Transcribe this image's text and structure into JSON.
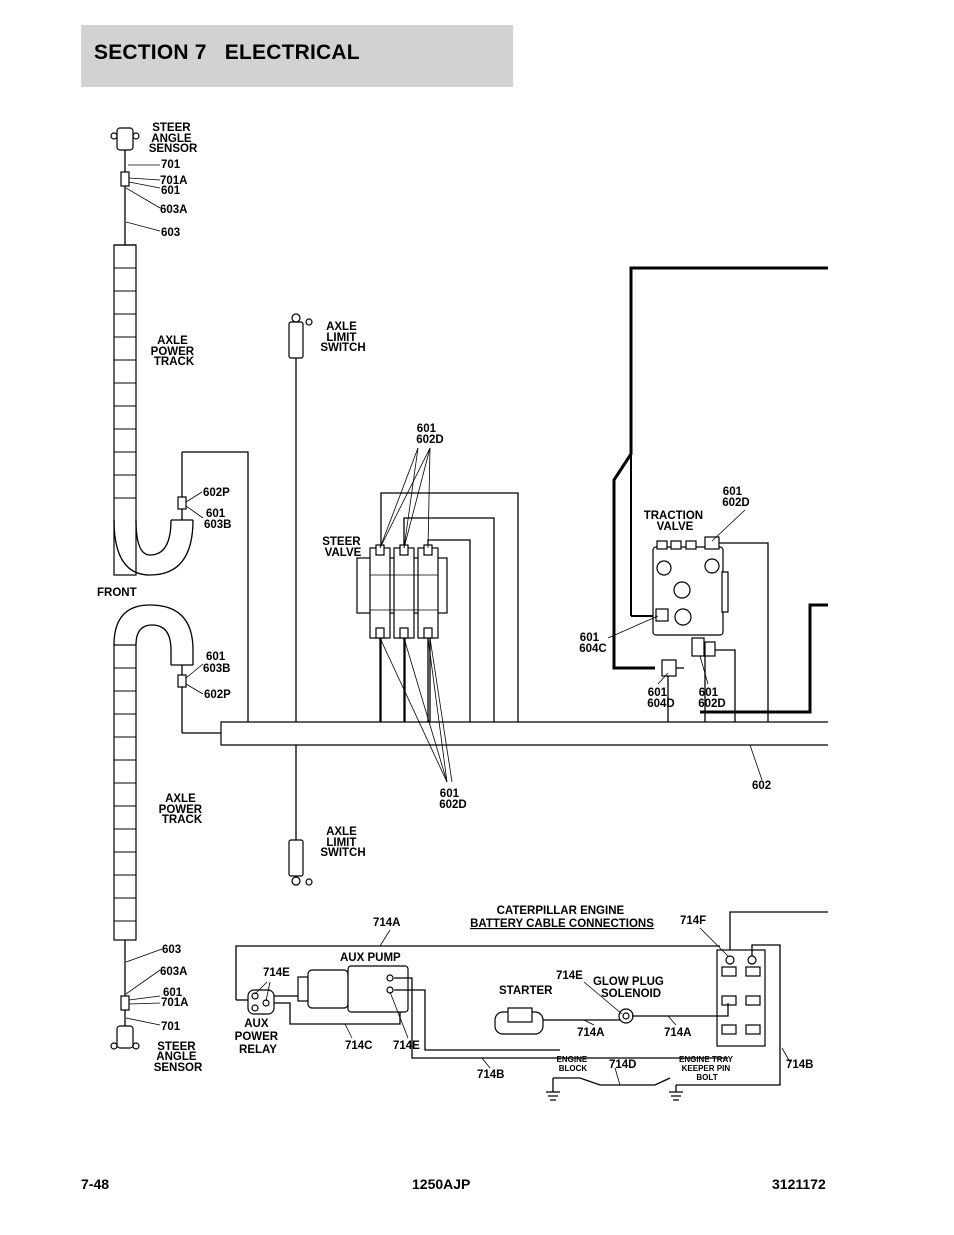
{
  "header": {
    "title": "SECTION 7   ELECTRICAL"
  },
  "footer": {
    "left": "7-48",
    "center": "1250AJP",
    "right": "3121172"
  },
  "labels": {
    "steer_sensor_top": [
      "STEER",
      "ANGLE",
      "SENSOR"
    ],
    "w701_top": "701",
    "w701a_top": "701A",
    "w601_top": "601",
    "w603a_top": "603A",
    "w603_top": "603",
    "axle_track_top": [
      "AXLE",
      "POWER",
      "TRACK"
    ],
    "w602p_top": "602P",
    "w601_603b_top": [
      "601",
      "603B"
    ],
    "front": "FRONT",
    "w601_603b_bot": [
      "601",
      "603B"
    ],
    "w602p_bot": "602P",
    "axle_track_bot": [
      "AXLE",
      "POWER",
      "TRACK"
    ],
    "w603_bot": "603",
    "w603a_bot": "603A",
    "w601_701a_bot": [
      "601",
      "701A"
    ],
    "w701_bot": "701",
    "steer_sensor_bot": [
      "STEER",
      "ANGLE",
      "SENSOR"
    ],
    "axle_switch_top": [
      "AXLE",
      "LIMIT",
      "SWITCH"
    ],
    "axle_switch_bot": [
      "AXLE",
      "LIMIT",
      "SWITCH"
    ],
    "steer_valve_wires_top": [
      "601",
      "602D"
    ],
    "steer_valve": [
      "STEER",
      "VALVE"
    ],
    "steer_valve_wires_bot": [
      "601",
      "602D"
    ],
    "traction_valve": [
      "TRACTION",
      "VALVE"
    ],
    "traction_wires_top": [
      "601",
      "602D"
    ],
    "traction_604c": [
      "601",
      "604C"
    ],
    "traction_604d": [
      "601",
      "604D"
    ],
    "traction_602d": [
      "601",
      "602D"
    ],
    "w602": "602",
    "cat_title": [
      "CATERPILLAR ENGINE",
      "BATTERY CABLE CONNECTIONS"
    ],
    "w714a_top": "714A",
    "w714f": "714F",
    "aux_pump": "AUX PUMP",
    "w714e_relay": "714E",
    "aux_relay": [
      "AUX",
      "POWER",
      "RELAY"
    ],
    "w714c": "714C",
    "w714e_pump": "714E",
    "starter": "STARTER",
    "w714e_glow": "714E",
    "glow_plug": [
      "GLOW PLUG",
      "SOLENOID"
    ],
    "w714a_left": "714A",
    "w714a_right": "714A",
    "w714b_left": "714B",
    "w714b_right": "714B",
    "engine_block": [
      "ENGINE",
      "BLOCK"
    ],
    "w714d": "714D",
    "engine_tray": [
      "ENGINE TRAY",
      "KEEPER PIN",
      "BOLT"
    ]
  }
}
